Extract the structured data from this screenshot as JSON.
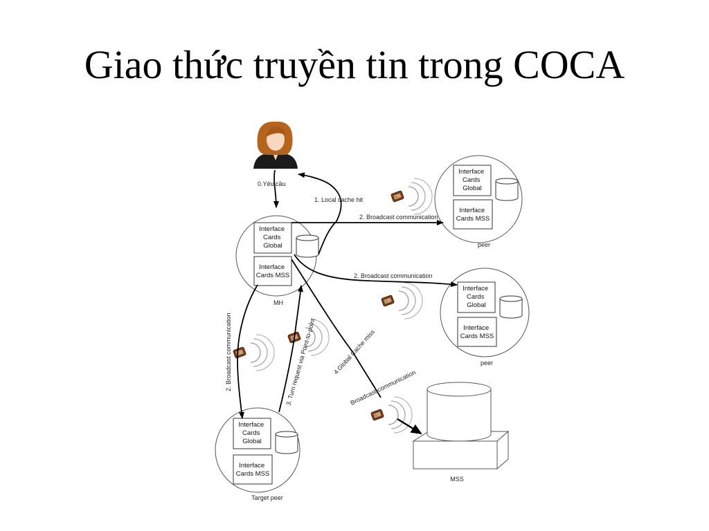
{
  "title": "Giao thức truyền tin trong COCA",
  "diagram": {
    "box_global": [
      "Interface",
      "Cards",
      "Global"
    ],
    "box_mss": [
      "Interface",
      "Cards MSS"
    ],
    "nodes": {
      "mh": "MH",
      "peer_top": "peer",
      "peer_mid": "peer",
      "target": "Target peer",
      "mss": "MSS"
    },
    "edges": {
      "request": "0.Yêu cầu",
      "local_hit": "1. Local cache hit",
      "broadcast_top": "2. Broadcast communication",
      "broadcast_mid": "2. Broadcast communication",
      "broadcast_left": "2. Broadcast communication",
      "p2p": "3. Turn request via Point-to-point",
      "global_miss": "4.Global Cache miss",
      "broadcast_mss": "Broadcast communication"
    }
  }
}
